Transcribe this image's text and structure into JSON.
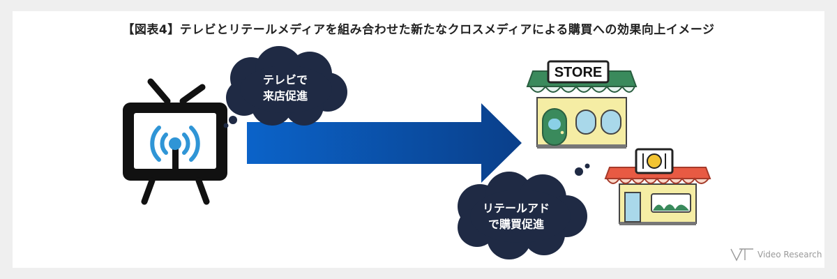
{
  "title": "【図表4】テレビとリテールメディアを組み合わせた新たなクロスメディアによる購買への効果向上イメージ",
  "tv_bubble": {
    "line1": "テレビで",
    "line2": "来店促進"
  },
  "retail_bubble": {
    "line1": "リテールアド",
    "line2": "で購買促進"
  },
  "store_sign": "STORE",
  "brand": "Video Research",
  "colors": {
    "arrow_start": "#0b63c9",
    "arrow_end": "#0a3f8a",
    "bubble": "#1f2a44",
    "tv_wave": "#2f95d6",
    "awning_green": "#3a8a5c",
    "awning_red": "#e85a43"
  },
  "icons": [
    "tv-icon",
    "store-icon",
    "restaurant-icon",
    "thought-bubble-icon",
    "arrow-icon",
    "brand-logo-icon"
  ]
}
